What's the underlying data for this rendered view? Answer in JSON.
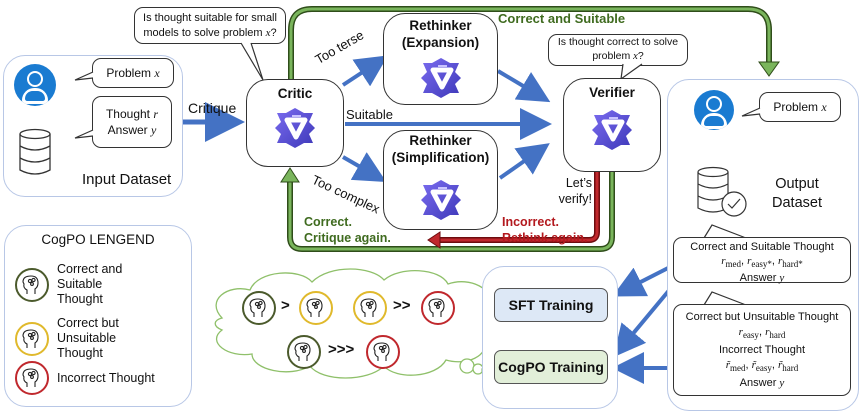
{
  "colors": {
    "arrow_blue": "#4472c4",
    "success_green": "#5b9a3a",
    "success_text": "#3f6b1f",
    "error_red": "#b3191e",
    "user_icon_blue": "#1a7bd1",
    "legend_correct_suitable": "#4b5a2c",
    "legend_correct_unsuitable": "#e0b92c",
    "legend_incorrect": "#c0282d",
    "sft_fill": "#dde8f6",
    "cogpo_fill": "#e2efd9"
  },
  "input_dataset": {
    "title": "Input Dataset",
    "problem_bubble": {
      "label": "Problem",
      "var": "x"
    },
    "thought_bubble": {
      "line1_label": "Thought",
      "line1_var": "r",
      "line2_label": "Answer",
      "line2_var": "y"
    },
    "icons": [
      "user-icon",
      "database-icon"
    ]
  },
  "critic": {
    "title": "Critic",
    "question_line1": "Is thought suitable for small",
    "question_line2": "models to solve problem",
    "question_var": "x",
    "question_end": "?",
    "incoming_label": "Critique"
  },
  "rethinker_expansion": {
    "title_line1": "Rethinker",
    "title_line2": "(Expansion)",
    "incoming_label": "Too terse"
  },
  "rethinker_simplification": {
    "title_line1": "Rethinker",
    "title_line2": "(Simplification)",
    "incoming_label": "Too complex"
  },
  "suitable_label": "Suitable",
  "verifier": {
    "title": "Verifier",
    "question_line1": "Is thought correct to solve",
    "question_line2": "problem",
    "question_var": "x",
    "question_end": "?",
    "note_line1": "Let’s",
    "note_line2": "verify!"
  },
  "loops": {
    "correct_and_suitable": "Correct and Suitable",
    "correct_critique_line1": "Correct.",
    "correct_critique_line2": "Critique again.",
    "incorrect_line1": "Incorrect.",
    "incorrect_line2": "Rethink again."
  },
  "output_dataset": {
    "title_line1": "Output",
    "title_line2": "Dataset",
    "problem_bubble": {
      "label": "Problem",
      "var": "x"
    },
    "suitable_bubble": {
      "heading": "Correct and Suitable Thought",
      "r_med": "med",
      "r_easy": "easy*",
      "r_hard": "hard*",
      "answer_label": "Answer",
      "answer_var": "y"
    },
    "unsuitable_bubble": {
      "heading": "Correct but Unsuitable Thought",
      "r_easy": "easy",
      "r_hard": "hard",
      "incorrect_heading": "Incorrect Thought",
      "rt_med": "med",
      "rt_easy": "easy",
      "rt_hard": "hard",
      "answer_label": "Answer",
      "answer_var": "y"
    }
  },
  "legend": {
    "title": "CogPO LENGEND",
    "items": [
      {
        "line1": "Correct and Suitable",
        "line2": "Thought",
        "color_key": "legend_correct_suitable"
      },
      {
        "line1": "Correct but Unsuitable",
        "line2": "Thought",
        "color_key": "legend_correct_unsuitable"
      },
      {
        "line1": "Incorrect Thought",
        "line2": "",
        "color_key": "legend_incorrect"
      }
    ]
  },
  "preference_cloud": {
    "rel1": ">",
    "rel2": ">>",
    "rel3": ">>>"
  },
  "training": {
    "sft_label": "SFT Training",
    "cogpo_label": "CogPO Training"
  }
}
